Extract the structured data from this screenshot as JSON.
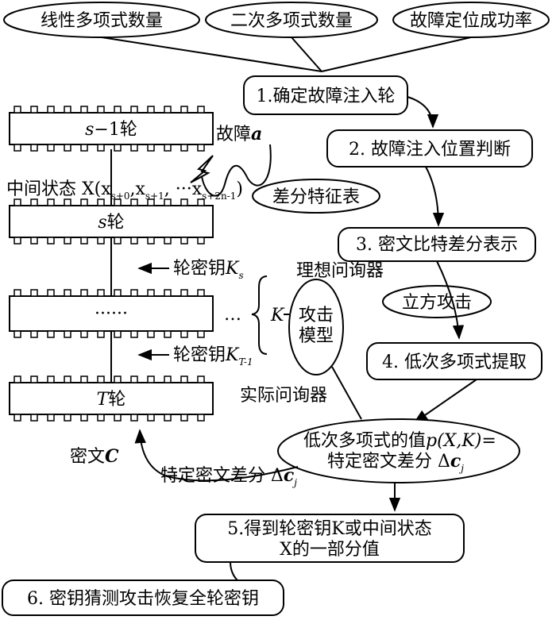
{
  "inputs": {
    "linear_count": "线性多项式数量",
    "quadratic_count": "二次多项式数量",
    "fault_success": "故障定位成功率"
  },
  "steps": {
    "s1": "1.确定故障注入轮",
    "s2": "2. 故障注入位置判断",
    "s3": "3. 密文比特差分表示",
    "s4": "4. 低次多项式提取",
    "s5_line1": "5.得到轮密钥K或中间状态",
    "s5_line2": "X的一部分值",
    "s6": "6. 密钥猜测攻击恢复全轮密钥"
  },
  "ovals": {
    "diff_table": "差分特征表",
    "cube_attack": "立方攻击",
    "attack_model_line1": "攻击",
    "attack_model_line2": "模型",
    "poly_value_line1": "低次多项式的值",
    "poly_value_expr": "p(X,K)=",
    "poly_value_line2": "特定密文差分 Δ",
    "poly_value_c": "c",
    "poly_value_j": "j"
  },
  "labels": {
    "ideal_oracle": "理想问询器",
    "actual_oracle": "实际问询器",
    "fault_prefix": "故障",
    "fault_a": "a",
    "middle_state_prefix": "中间状态 X(x",
    "x_s0": "s+0",
    "comma1": ",x",
    "x_s1": "s+1",
    "comma2": ", ···x",
    "x_s2n": "s+2n-1",
    "close_paren": ")",
    "round_key_prefix": "轮密钥",
    "K": "K",
    "Ks_sub": "s",
    "KT_sub": "T-1",
    "K_group": "K",
    "ciphertext_prefix": "密文",
    "C": "C",
    "specific_diff": "特定密文差分 Δ",
    "c": "c",
    "j": "j",
    "dots_right": "…"
  },
  "rounds": {
    "r_prev_s": "s",
    "r_prev_rest": "−1轮",
    "r_s_s": "s",
    "r_s_rest": "轮",
    "r_dots": "······",
    "r_T_T": "T",
    "r_T_rest": "轮"
  }
}
